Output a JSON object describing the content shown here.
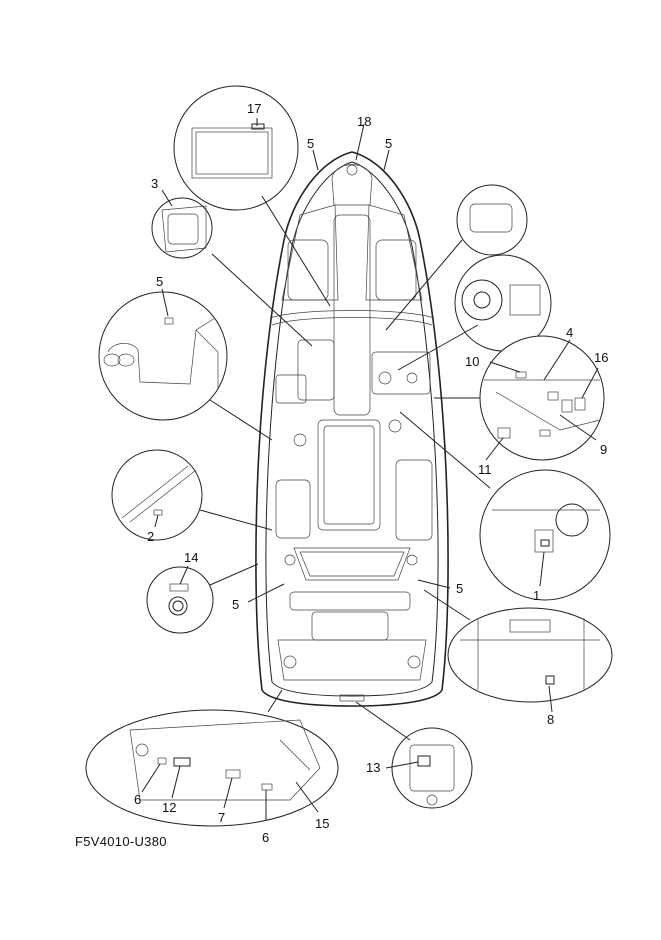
{
  "diagram": {
    "figure_code": "F5V4010-U380",
    "callouts": [
      "1",
      "2",
      "3",
      "4",
      "5",
      "5",
      "5",
      "5",
      "5",
      "6",
      "6",
      "7",
      "8",
      "9",
      "10",
      "11",
      "12",
      "13",
      "14",
      "15",
      "16",
      "17",
      "18"
    ]
  }
}
